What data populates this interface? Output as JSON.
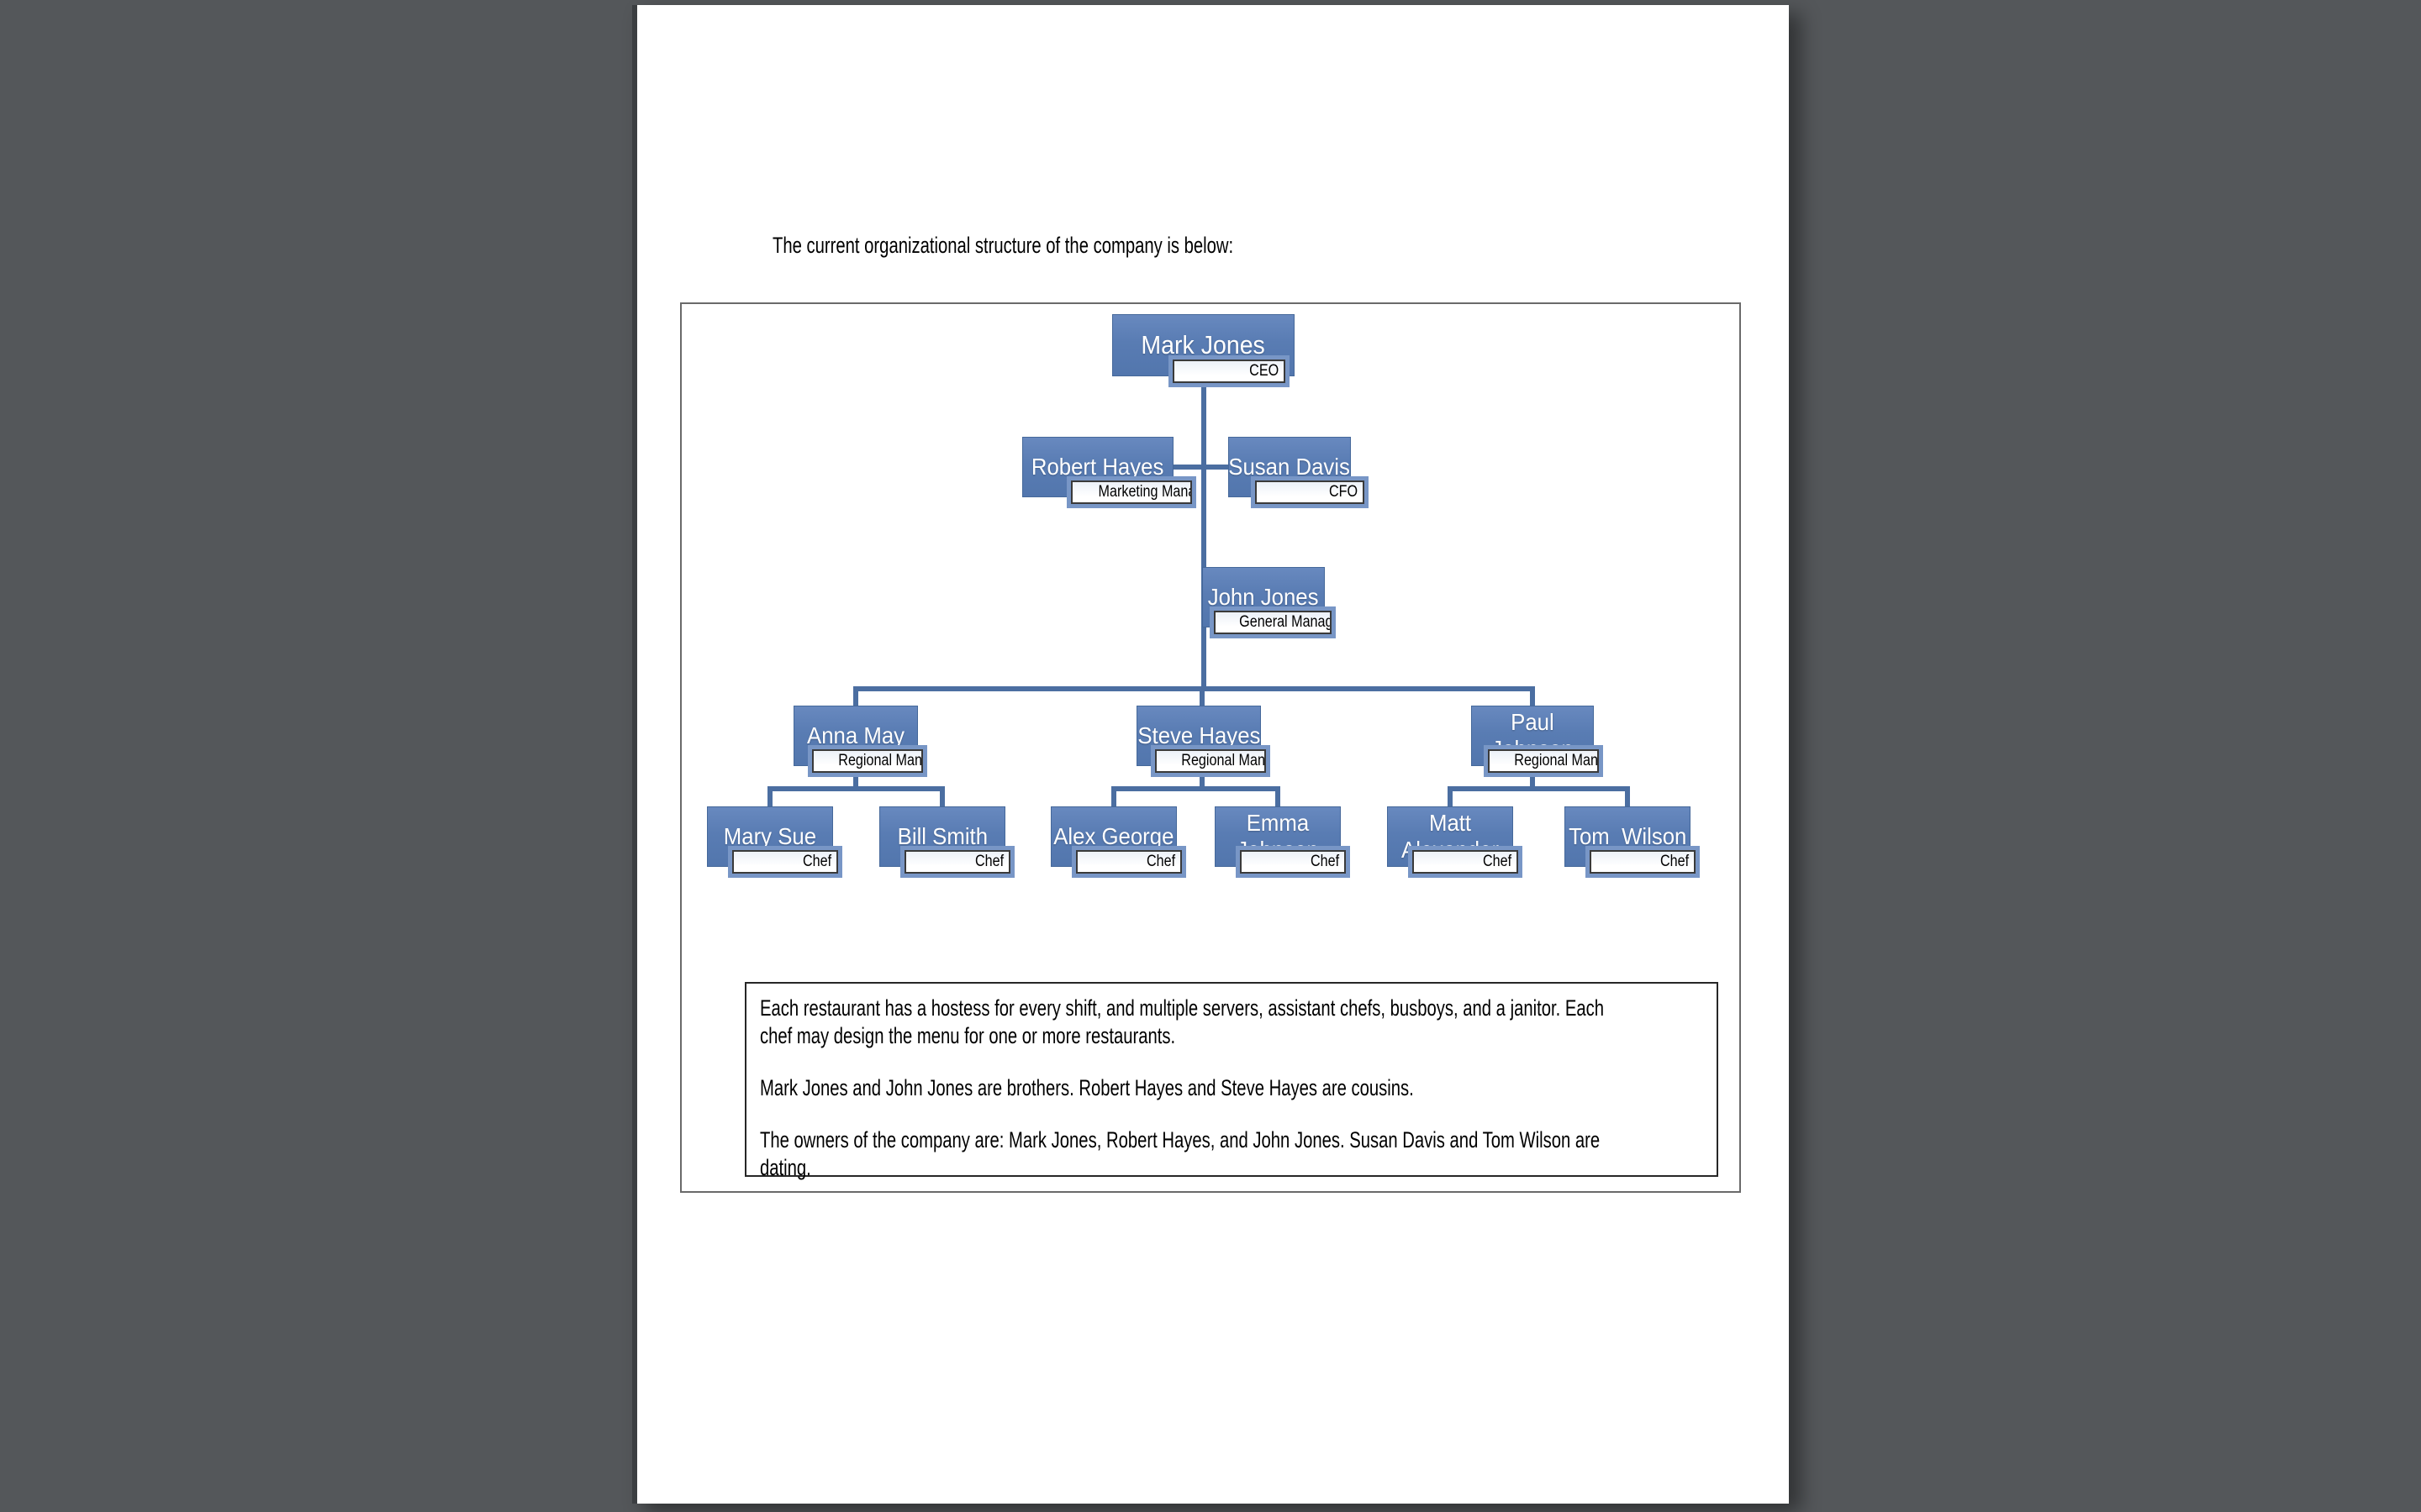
{
  "page": {
    "title": "The current organizational structure of the company is below:"
  },
  "org_chart": {
    "colors": {
      "node_fill": "#5b7db5",
      "connector": "#4b6ea1",
      "label_frame": "#7896c6",
      "label_fill": "#ffffff"
    },
    "nodes": [
      {
        "name": "Mark Jones",
        "title": "CEO"
      },
      {
        "name": "Robert Hayes",
        "title": "Marketing Manager"
      },
      {
        "name": "Susan Davis",
        "title": "CFO"
      },
      {
        "name": "John Jones",
        "title": "General Manager"
      },
      {
        "name": "Anna May",
        "title": "Regional Manager"
      },
      {
        "name": "Steve Hayes",
        "title": "Regional Manager"
      },
      {
        "name": "Paul\nJohnson",
        "title": "Regional Manager"
      },
      {
        "name": "Mary Sue",
        "title": "Chef"
      },
      {
        "name": "Bill Smith",
        "title": "Chef"
      },
      {
        "name": "Alex George",
        "title": "Chef"
      },
      {
        "name": "Emma\nJohnson",
        "title": "Chef"
      },
      {
        "name": "Matt\nAlexander",
        "title": "Chef"
      },
      {
        "name": "Tom  Wilson",
        "title": "Chef"
      }
    ]
  },
  "notes_box": {
    "paragraphs": [
      {
        "lines": [
          "Each restaurant has a hostess for every shift, and multiple servers, assistant chefs, busboys, and a janitor. Each",
          "chef may design the menu for one or more restaurants."
        ]
      },
      {
        "lines": [
          "Mark Jones and John Jones are brothers. Robert Hayes and Steve Hayes are cousins."
        ]
      },
      {
        "lines": [
          "The owners of the company are: Mark Jones, Robert Hayes, and John Jones. Susan Davis and Tom Wilson are",
          "dating."
        ]
      }
    ]
  }
}
